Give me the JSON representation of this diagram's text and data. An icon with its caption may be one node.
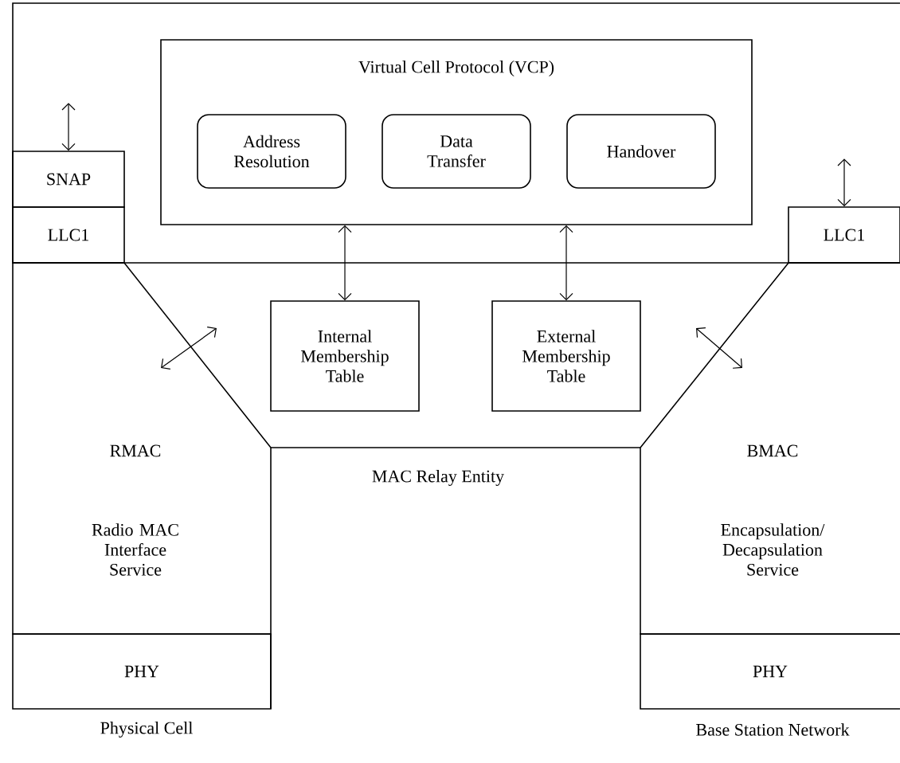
{
  "diagram": {
    "nodes": [
      {
        "text": [
          "Virtual Cell Protocol (VCP)"
        ]
      },
      {
        "text": [
          "Address Resolution"
        ],
        "in": 0
      },
      {
        "text": [
          "Data Transfer"
        ],
        "in": 0
      },
      {
        "text": [
          "Handover"
        ],
        "in": 0
      },
      {
        "text": [
          "SNAP"
        ]
      },
      {
        "text": [
          "LLC1"
        ]
      },
      {
        "text": [
          "LLC1"
        ]
      },
      {
        "text": [
          "Internal Membership Table"
        ]
      },
      {
        "text": [
          "External Membership Table"
        ]
      },
      {
        "text": [
          "RMAC",
          "Radio MAC Interface Service"
        ]
      },
      {
        "text": [
          "MAC Relay Entity"
        ]
      },
      {
        "text": [
          "BMAC",
          "Encapsulation/ Decapsulation Service"
        ]
      },
      {
        "text": [
          "PHY"
        ]
      },
      {
        "text": [
          "PHY"
        ]
      }
    ],
    "edges": [
      {
        "from": 0,
        "to": 7,
        "arrow": "both"
      },
      {
        "from": 0,
        "to": 8,
        "arrow": "both"
      },
      {
        "from": null,
        "to": 4,
        "arrow": "both"
      },
      {
        "from": null,
        "to": 6,
        "arrow": "both"
      },
      {
        "from": 9,
        "to": null,
        "arrow": "both"
      },
      {
        "from": 11,
        "to": null,
        "arrow": "both"
      }
    ],
    "labels": [
      "Physical Cell",
      "Base Station Network"
    ]
  }
}
